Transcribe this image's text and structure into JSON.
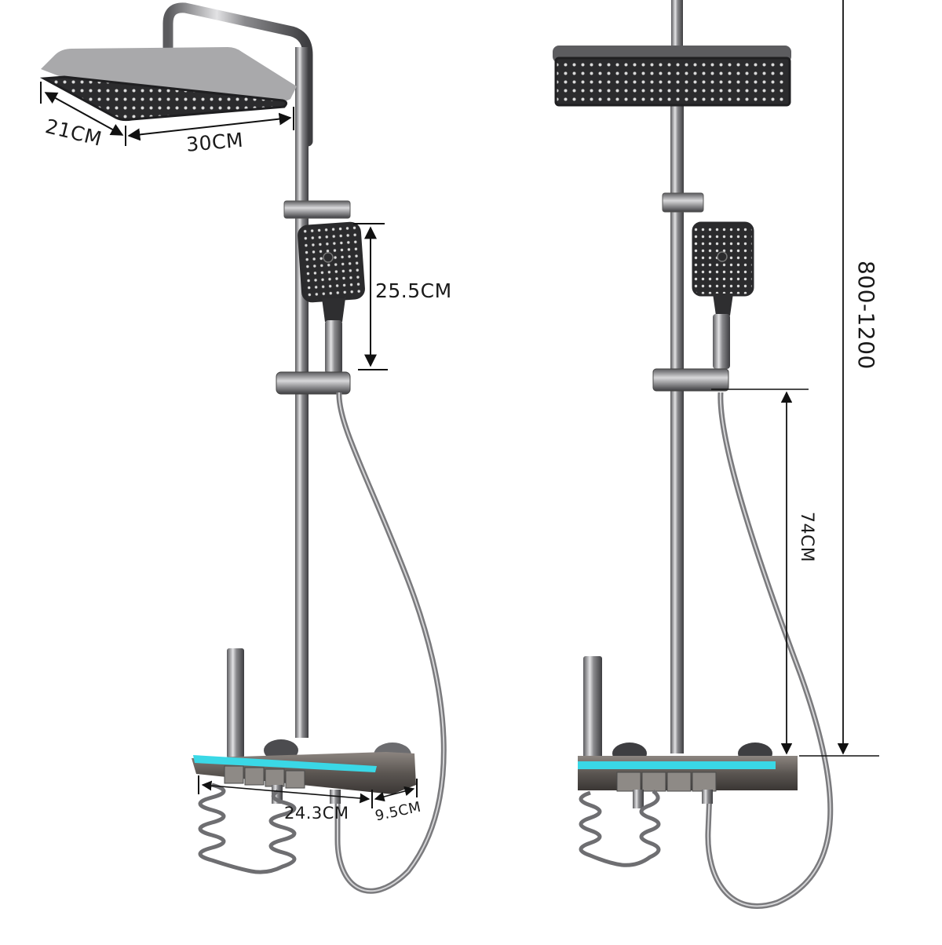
{
  "product": {
    "type": "thermostatic shower system",
    "views": [
      "angled-view",
      "front-view"
    ]
  },
  "colors": {
    "background": "#ffffff",
    "metal_dark": "#3a3a3c",
    "metal_mid": "#7d7d80",
    "metal_light": "#d6d6d8",
    "showerhead_face": "#2b2b2d",
    "accent_led": "#3ad8e6",
    "dimension_line": "#111111",
    "label_text": "#1a1a1a"
  },
  "dimensions": {
    "rain_head_depth": "21CM",
    "rain_head_width": "30CM",
    "hand_shower_length": "25.5CM",
    "shelf_width": "24.3CM",
    "shelf_depth": "9.5CM",
    "holder_to_mixer_height": "74CM",
    "adjustable_height_range": "800-1200"
  }
}
